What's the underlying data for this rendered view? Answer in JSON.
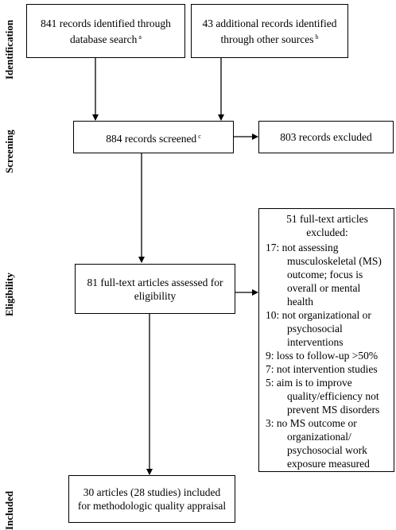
{
  "stages": {
    "identification": "Identification",
    "screening": "Screening",
    "eligibility": "Eligibility",
    "included": "Included"
  },
  "boxes": {
    "database_search": {
      "line1": "841 records identified through",
      "line2": "database search",
      "note": "a"
    },
    "other_sources": {
      "line1": "43 additional records identified",
      "line2": "through other sources",
      "note": "b"
    },
    "screened": {
      "text": "884 records screened",
      "note": "c"
    },
    "excluded": {
      "text": "803 records excluded"
    },
    "full_text": {
      "line1": "81 full-text articles assessed for",
      "line2": "eligibility"
    },
    "included": {
      "line1": "30 articles (28 studies) included",
      "line2": "for methodologic quality appraisal"
    }
  },
  "exclusions": {
    "header_line1": "51 full-text articles",
    "header_line2": "excluded:",
    "items": [
      "17: not assessing musculoskeletal (MS) outcome; focus is overall or mental health",
      "10: not organizational or psychosocial interventions",
      "9: loss to follow-up >50%",
      "7: not intervention studies",
      "5: aim is to improve quality/efficiency not prevent MS disorders",
      "3: no MS outcome or organizational/ psychosocial work exposure measured"
    ]
  }
}
